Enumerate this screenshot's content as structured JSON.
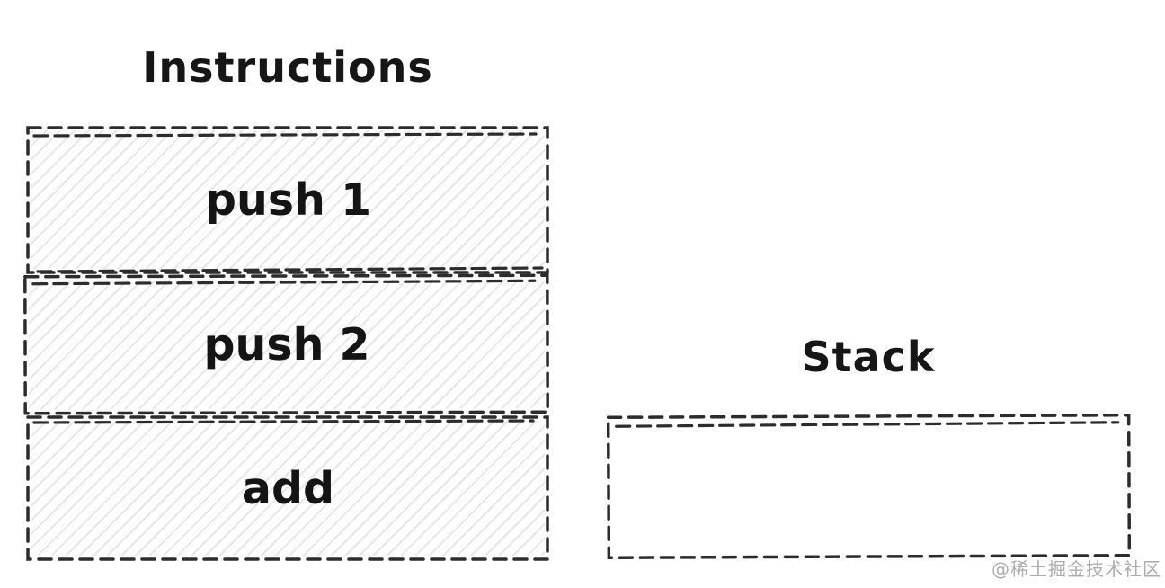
{
  "diagram": {
    "instructions": {
      "title": "Instructions",
      "items": [
        {
          "label": "push 1"
        },
        {
          "label": "push 2"
        },
        {
          "label": "add"
        }
      ]
    },
    "stack": {
      "title": "Stack",
      "items": []
    },
    "watermark": "@稀土掘金技术社区",
    "colors": {
      "stroke": "#2c2c2c",
      "hatch_fill": "#e7e7e7",
      "text": "#141414",
      "watermark": "#9e9e9e",
      "background": "#ffffff"
    }
  }
}
